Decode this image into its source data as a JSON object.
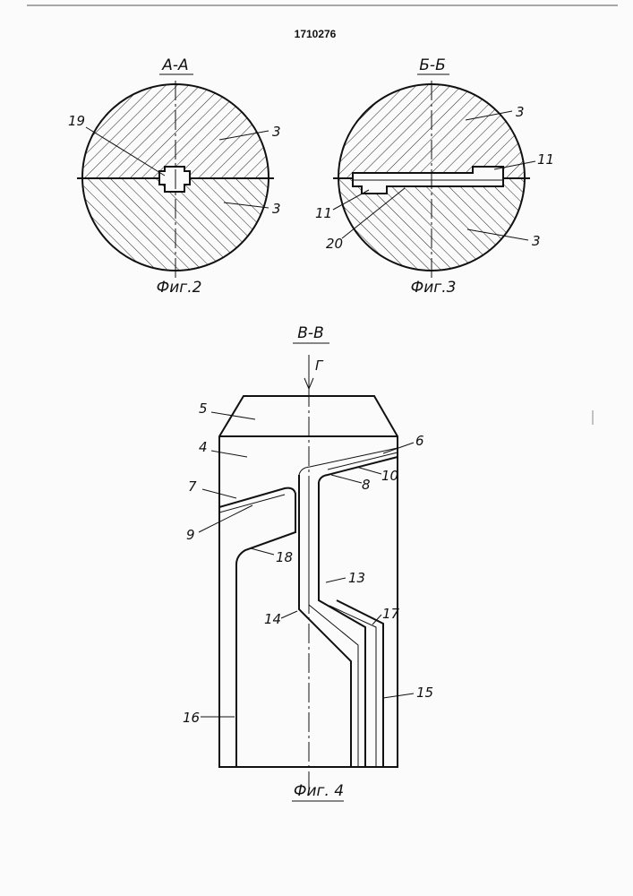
{
  "patent_number": "1710276",
  "fig2": {
    "section": "А-А",
    "caption": "Фиг.2",
    "labels": {
      "l19": "19",
      "l3_top": "3",
      "l3_bottom": "3"
    }
  },
  "fig3": {
    "section": "Б-Б",
    "caption": "Фиг.3",
    "labels": {
      "l3_top": "3",
      "l11_right": "11",
      "l11_left": "11",
      "l20": "20",
      "l3_bottom": "3"
    }
  },
  "fig4": {
    "section": "В-В",
    "view_arrow": "Г",
    "caption": "Фиг. 4",
    "labels": {
      "l5": "5",
      "l4": "4",
      "l6": "6",
      "l10": "10",
      "l8": "8",
      "l7": "7",
      "l9": "9",
      "l18": "18",
      "l13": "13",
      "l14": "14",
      "l17": "17",
      "l16": "16",
      "l15": "15"
    }
  }
}
